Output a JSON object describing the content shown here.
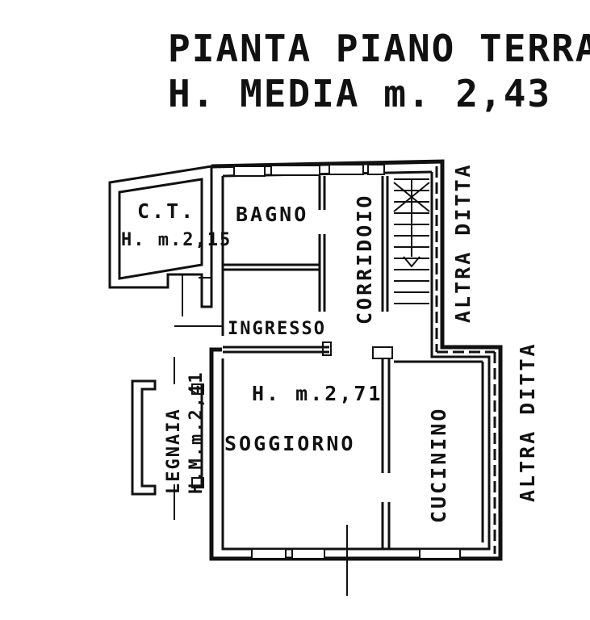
{
  "title": {
    "line1": "PIANTA PIANO TERRA",
    "line2": "H. MEDIA m. 2,43"
  },
  "rooms": {
    "ct": {
      "name": "C.T.",
      "height": "H. m.2,15"
    },
    "bagno": {
      "name": "BAGNO"
    },
    "corridoio": {
      "name": "CORRIDOIO"
    },
    "ingresso": {
      "name": "INGRESSO"
    },
    "soggiorno": {
      "name": "SOGGIORNO",
      "height": "H. m.2,71"
    },
    "cucinino": {
      "name": "CUCININO"
    },
    "legnaia": {
      "name": "LEGNAIA",
      "height": "H.M.m.2,41"
    }
  },
  "neighbors": {
    "upper": "ALTRA DITTA",
    "lower": "ALTRA DITTA"
  }
}
